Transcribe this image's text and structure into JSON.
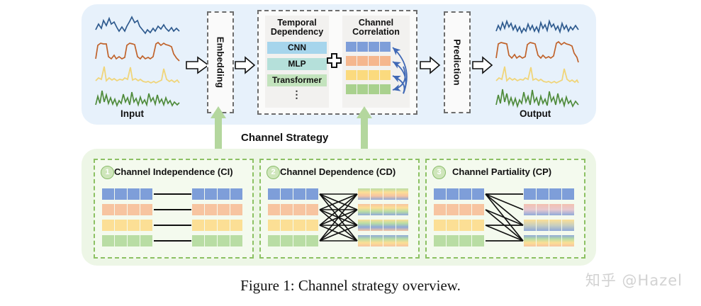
{
  "caption": "Figure 1: Channel strategy overview.",
  "watermark": "知乎 @Hazel",
  "pipeline": {
    "input_label": "Input",
    "output_label": "Output",
    "embedding_label": "Embedding",
    "prediction_label": "Prediction",
    "arrow_icon": "block-arrow-right"
  },
  "module": {
    "temporal": {
      "title_line1": "Temporal",
      "title_line2": "Dependency",
      "items": [
        {
          "label": "CNN",
          "color": "#a6d5ec"
        },
        {
          "label": "MLP",
          "color": "#b5e0da"
        },
        {
          "label": "Transformer",
          "color": "#c3e3bd"
        }
      ],
      "ellipsis": "⋮"
    },
    "plus_icon": "plus-outline",
    "channel": {
      "title_line1": "Channel",
      "title_line2": "Correlation",
      "row_colors": [
        "#7e9ed9",
        "#f5b78e",
        "#fbda7e",
        "#a9d18e"
      ],
      "columns": 4,
      "arrow_color": "#3f68b5"
    }
  },
  "strategy": {
    "title": "Channel Strategy",
    "arrow_color": "#b4d79e",
    "panels": [
      {
        "number": "1",
        "title": "Channel Independence (CI)",
        "left_colors": [
          "#7e9ed9",
          "#f5b78e",
          "#fbda7e",
          "#a9d18e"
        ],
        "right_colors": [
          "#7e9ed9",
          "#f5b78e",
          "#fbda7e",
          "#a9d18e"
        ],
        "link_style": "one-to-one"
      },
      {
        "number": "2",
        "title": "Channel Dependence (CD)",
        "left_colors": [
          "#7e9ed9",
          "#f5b78e",
          "#fbda7e",
          "#a9d18e"
        ],
        "right_colors": [
          "mix-a",
          "mix-b",
          "mix-c",
          "mix-d"
        ],
        "link_style": "all-to-all"
      },
      {
        "number": "3",
        "title": "Channel Partiality (CP)",
        "left_colors": [
          "#7e9ed9",
          "#f5b78e",
          "#fbda7e",
          "#a9d18e"
        ],
        "right_colors": [
          "#7e9ed9",
          "mix-e",
          "mix-f",
          "mix-g"
        ],
        "link_style": "partial"
      }
    ]
  },
  "series": {
    "colors": [
      "#2e5a8e",
      "#c0622a",
      "#f0d57a",
      "#4f8b3b"
    ],
    "names": [
      "channel-1",
      "channel-2",
      "channel-3",
      "channel-4"
    ]
  },
  "palette": {
    "top_panel_bg": "#e7f1fb",
    "bottom_panel_bg": "#edf6e6",
    "dash_gray": "#6d6d6d",
    "dash_green": "#8cc163",
    "module_card_bg": "#f2f1ef"
  }
}
